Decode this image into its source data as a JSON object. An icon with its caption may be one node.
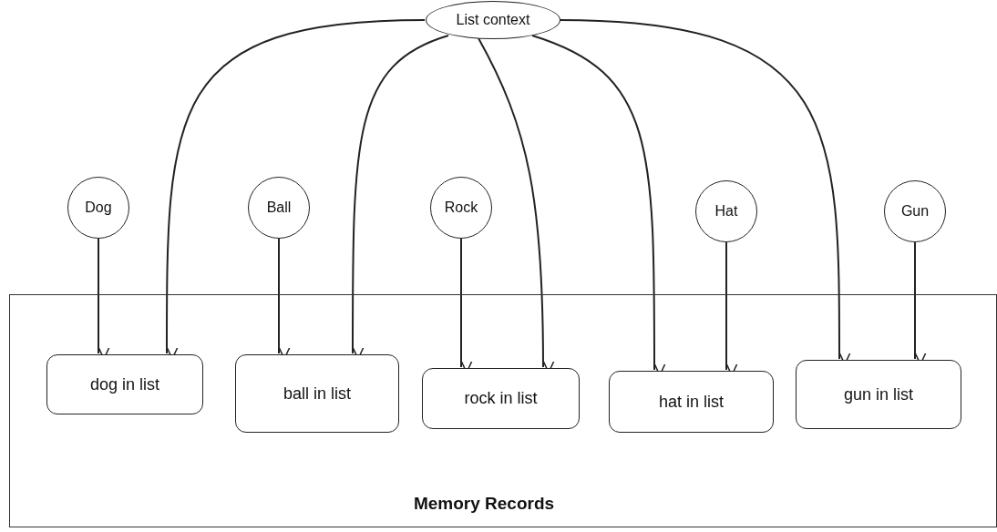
{
  "diagram": {
    "nodes": [
      {
        "text": [
          "List context"
        ]
      },
      {
        "text": [
          "Dog"
        ]
      },
      {
        "text": [
          "Ball"
        ]
      },
      {
        "text": [
          "Rock"
        ]
      },
      {
        "text": [
          "Hat"
        ]
      },
      {
        "text": [
          "Gun"
        ]
      },
      {
        "text": [
          "Memory Records"
        ]
      },
      {
        "text": [
          "dog in list"
        ],
        "in": 6
      },
      {
        "text": [
          "ball in list"
        ],
        "in": 6
      },
      {
        "text": [
          "rock in list"
        ],
        "in": 6
      },
      {
        "text": [
          "hat in list"
        ],
        "in": 6
      },
      {
        "text": [
          "gun in list"
        ],
        "in": 6
      }
    ],
    "edges": [
      {
        "from": 0,
        "to": 7,
        "arrow": "to"
      },
      {
        "from": 0,
        "to": 8,
        "arrow": "to"
      },
      {
        "from": 0,
        "to": 9,
        "arrow": "to"
      },
      {
        "from": 0,
        "to": 10,
        "arrow": "to"
      },
      {
        "from": 0,
        "to": 11,
        "arrow": "to"
      },
      {
        "from": 1,
        "to": 7,
        "arrow": "to"
      },
      {
        "from": 2,
        "to": 8,
        "arrow": "to"
      },
      {
        "from": 3,
        "to": 9,
        "arrow": "to"
      },
      {
        "from": 4,
        "to": 10,
        "arrow": "to"
      },
      {
        "from": 5,
        "to": 11,
        "arrow": "to"
      }
    ]
  }
}
